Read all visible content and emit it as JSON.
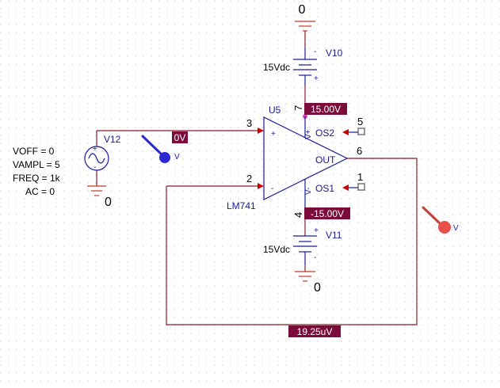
{
  "nodes": {
    "top_ground": "0",
    "source_ground": "0",
    "bottom_ground": "0"
  },
  "v10": {
    "name": "V10",
    "value": "15Vdc",
    "plus": "+",
    "minus": "-"
  },
  "v11": {
    "name": "V11",
    "value": "15Vdc",
    "plus": "+",
    "minus": "-"
  },
  "v12": {
    "name": "V12",
    "params": [
      "VOFF = 0",
      "VAMPL = 5",
      "FREQ = 1k",
      "AC = 0"
    ]
  },
  "opamp": {
    "ref": "U5",
    "model": "LM741",
    "pins": {
      "noninv": "3",
      "inv": "2",
      "vplus": "7",
      "vminus": "4",
      "out": "6",
      "os2": "5",
      "os1": "1"
    },
    "pin_labels": {
      "plus": "+",
      "minus": "-",
      "vplus": "V+",
      "vminus": "V-",
      "out": "OUT",
      "os2": "OS2",
      "os1": "OS1"
    }
  },
  "voltages": {
    "vplus": "15.00V",
    "vminus": "-15.00V",
    "input": "0V",
    "loop": "19.25uV"
  },
  "probes": {
    "input_probe": "V",
    "output_probe": "V"
  },
  "colors": {
    "wire": "#8b1a2a",
    "component": "#1a1a9a",
    "ground": "#c0392b",
    "label_bg": "#7a0b3b",
    "probe_input": "#2a2ad0",
    "probe_output": "#e8504a"
  }
}
